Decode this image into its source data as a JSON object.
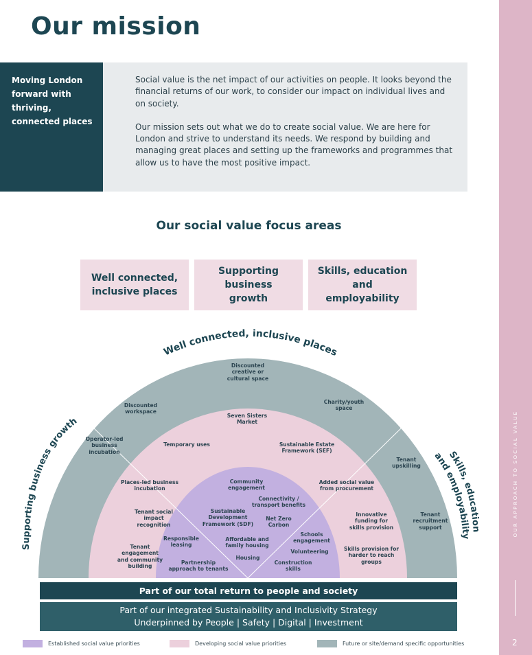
{
  "title": "Our mission",
  "tagline": "Moving London forward with thriving, connected places",
  "intro": [
    "Social value is the net impact of our activities on people. It looks beyond the financial returns of our work, to consider our impact on individual lives and on society.",
    "Our mission sets out what we do to create social value. We are here for London and strive to understand its needs. We respond by building and managing great places and setting up the frameworks and programmes that allow us to have the most positive impact."
  ],
  "focus_title": "Our social value focus areas",
  "focus_areas": [
    "Well connected, inclusive places",
    "Supporting business growth",
    "Skills, education and employability"
  ],
  "wheel": {
    "arc_top": "Well connected, inclusive places",
    "arc_left": "Supporting business growth",
    "arc_right_1": "Skills, education",
    "arc_right_2": "and employability",
    "outer": [
      "Discounted creative or cultural space",
      "Discounted workspace",
      "Charity/youth space",
      "Operator-led business incubation",
      "Tenant upskilling",
      "Tenant recruitment support"
    ],
    "middle": [
      "Seven Sisters Market",
      "Temporary uses",
      "Sustainable Estate Framework (SEF)",
      "Places-led business incubation",
      "Added social value from procurement",
      "Tenant social impact recognition",
      "Tenant engagement and community building",
      "Innovative funding for skills provision",
      "Skills provision for harder to reach groups"
    ],
    "inner": [
      "Community engagement",
      "Connectivity / transport benefits",
      "Sustainable Development Framework (SDF)",
      "Net Zero Carbon",
      "Responsible leasing",
      "Affordable and family housing",
      "Schools engagement",
      "Volunteering",
      "Housing",
      "Partnership approach to tenants",
      "Construction skills"
    ]
  },
  "bar1": "Part of our total return to people and society",
  "bar2_line1": "Part of our integrated Sustainability and Inclusivity Strategy",
  "bar2_line2": "Underpinned by People | Safety | Digital | Investment",
  "legend": [
    {
      "label": "Established social value priorities",
      "color": "#c2b0e0"
    },
    {
      "label": "Developing social value priorities",
      "color": "#ecd0dc"
    },
    {
      "label": "Future or site/demand specific opportunities",
      "color": "#a2b5b8"
    }
  ],
  "sidebar_text": "OUR APPROACH TO SOCIAL VALUE",
  "page_number": "2"
}
